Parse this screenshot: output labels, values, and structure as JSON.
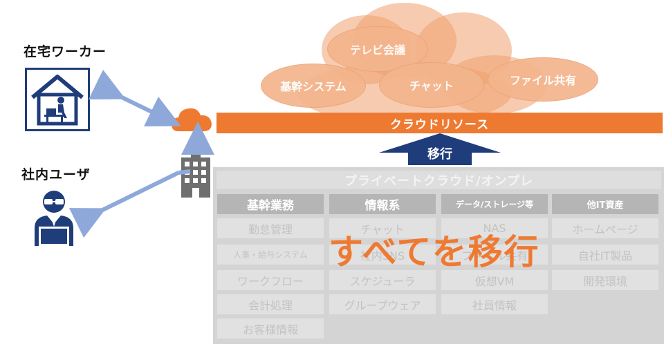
{
  "users": {
    "home_worker": "在宅ワーカー",
    "office_user": "社内ユーザ"
  },
  "cloud_services": [
    "テレビ会議",
    "基幹システム",
    "チャット",
    "ファイル共有"
  ],
  "cloud_bar_label": "クラウドリソース",
  "migration_label": "移行",
  "onprem_title": "プライベートクラウド/オンプレ",
  "columns": [
    {
      "header": "基幹業務",
      "items": [
        "勤怠管理",
        "人事・給与システム",
        "ワークフロー",
        "会計処理",
        "お客様情報"
      ]
    },
    {
      "header": "情報系",
      "items": [
        "チャット",
        "社内SNS",
        "スケジューラ",
        "グループウェア"
      ]
    },
    {
      "header": "データ/ストレージ等",
      "items": [
        "NAS",
        "ファイル共有",
        "仮想VM",
        "社員情報"
      ]
    },
    {
      "header": "他IT資産",
      "items": [
        "ホームページ",
        "自社IT製品",
        "開発環境"
      ]
    }
  ],
  "overlay_text": "すべてを移行",
  "colors": {
    "accent_orange": "#ee7a32",
    "navy": "#1f3d7a",
    "arrow_blue": "#8ea9d9",
    "gray_panel": "#d4d4d4"
  }
}
